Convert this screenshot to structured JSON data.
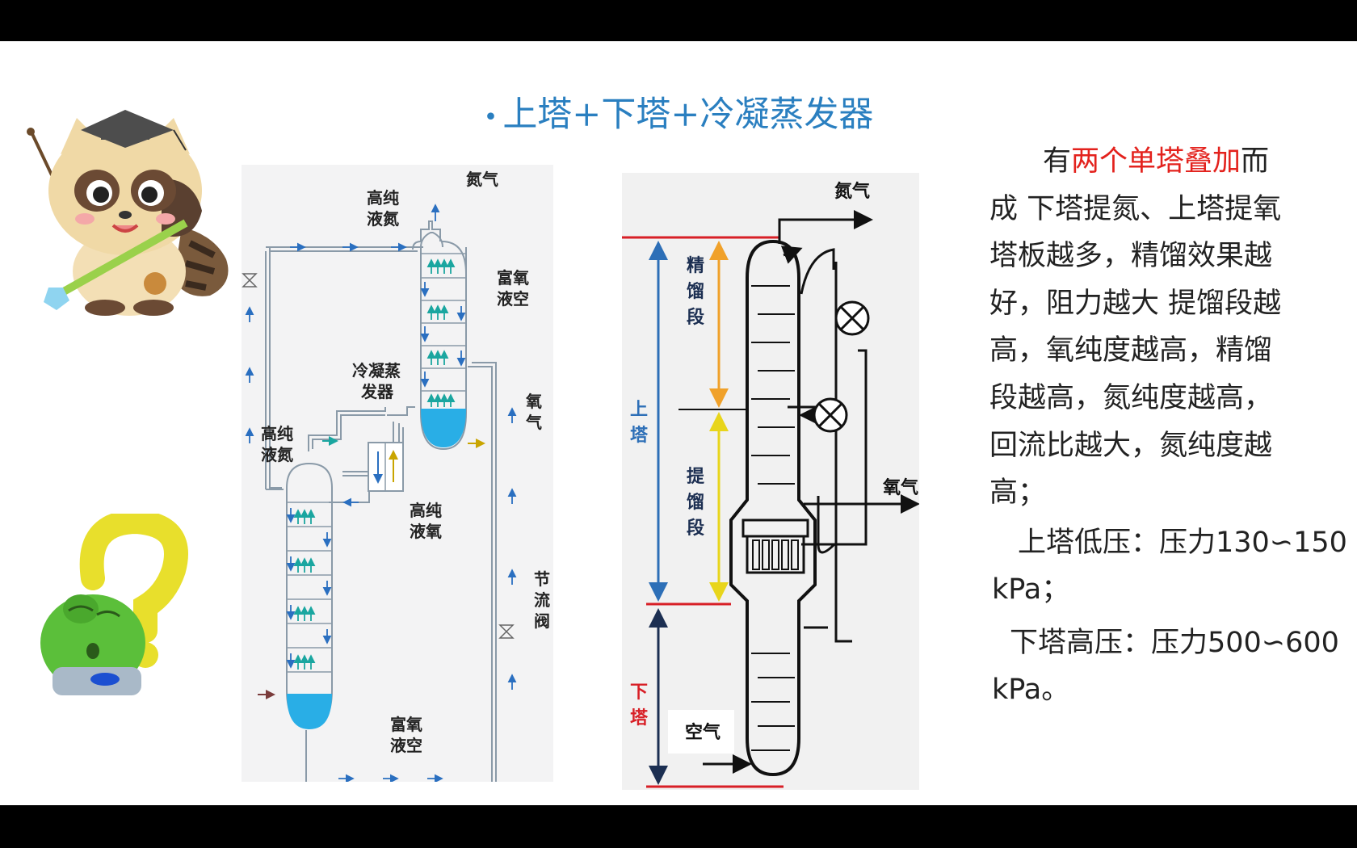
{
  "slide_title": "上塔+下塔+冷凝蒸发器",
  "figure_left": {
    "labels": {
      "nitrogen_gas": "氮气",
      "hp_liquid_n2_top": "高纯\n液氮",
      "rich_o2_liquid_air_top": "富氧\n液空",
      "condenser_evaporator": "冷凝蒸\n发器",
      "oxygen_gas": "氧\n气",
      "hp_liquid_n2_mid": "高纯\n液氮",
      "hp_liquid_o2": "高纯\n液氧",
      "throttle_valve": "节\n流\n阀",
      "rich_o2_liquid_air_bottom": "富氧\n液空"
    }
  },
  "figure_right": {
    "labels": {
      "nitrogen_gas": "氮气",
      "rectifying_section": "精\n馏\n段",
      "upper_tower": "上\n塔",
      "stripping_section": "提\n馏\n段",
      "oxygen_gas": "氧气",
      "lower_tower": "下\n塔",
      "air": "空气"
    }
  },
  "description": {
    "intro_before": "有",
    "intro_highlight": "两个单塔叠加",
    "intro_after": "而成 下塔提氮、上塔提氧 塔板越多，精馏效果越好，阻力越大 提馏段越高，氧纯度越高，精馏段越高，氮纯度越高， 回流比越大，氮纯度越高；"
  },
  "specs": {
    "upper": "上塔低压：压力130∽150 kPa；",
    "lower": "下塔高压：压力500∽600 kPa。"
  },
  "colors": {
    "title_blue": "#2a7fc0",
    "highlight_red": "#e3221d",
    "liquid_blue": "#29aee6",
    "upper_tower_line": "#2d6fb7",
    "lower_tower_line": "#d81f26",
    "arrow_yellow": "#f2e72b",
    "arrow_orange": "#f0a12a"
  }
}
